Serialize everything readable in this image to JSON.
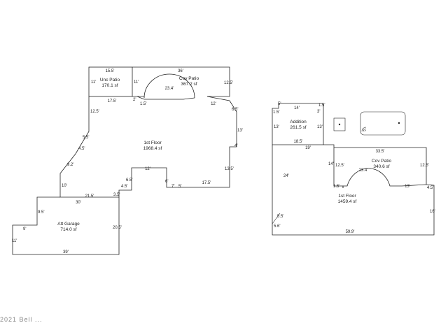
{
  "left_building": {
    "unc_patio": {
      "name": "Unc Patio",
      "area": "170.1 sf",
      "dims": [
        "15.5'",
        "11'",
        "17.5'"
      ]
    },
    "cov_patio": {
      "name": "Cov Patio",
      "area": "367.2 sf",
      "dims": [
        "36'",
        "11'",
        "12.5'",
        "23.4'",
        "12'",
        "1.5'",
        "2'",
        "6.5'"
      ]
    },
    "first_floor": {
      "name": "1st Floor",
      "area": "1968.4 sf",
      "dims": [
        "12.5'",
        "5.5'",
        "4.5'",
        "9.2'",
        "10'",
        "13'",
        "4'",
        "13.5'",
        "17.5'",
        "12'",
        "6.5'",
        "4.5'",
        "3.5'",
        "6'",
        "7'",
        "5'",
        "21.5'"
      ]
    },
    "garage": {
      "name": "Att Garage",
      "area": "714.0 sf",
      "dims": [
        "30'",
        "9.5'",
        "9'",
        "11'",
        "20.5'",
        "39'"
      ]
    }
  },
  "right_building": {
    "addition": {
      "name": "Addition",
      "area": "261.5 sf",
      "dims": [
        "14'",
        "1.5'",
        "1.5'",
        "5'",
        "3'",
        "13'",
        "13'",
        "18.5'",
        "19'"
      ]
    },
    "cov_patio": {
      "name": "Cov Patio",
      "area": "340.6 sf",
      "dims": [
        "33.5'",
        "14'",
        "12.5'",
        "23.4'",
        "12.5'",
        "1.5'",
        "13'",
        "4.5'"
      ]
    },
    "first_floor": {
      "name": "1st Floor",
      "area": "1459.4 sf",
      "dims": [
        "24'",
        "5.5'",
        "5.6'",
        "16'",
        "59.9'"
      ]
    }
  },
  "footer_text": "2021 Bell ..."
}
